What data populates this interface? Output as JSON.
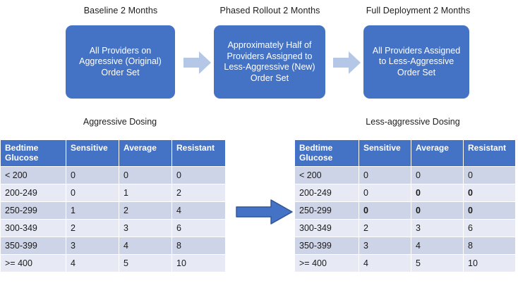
{
  "flow": {
    "phases": [
      {
        "label": "Baseline 2 Months",
        "box_text": "All Providers on Aggressive (Original) Order Set"
      },
      {
        "label": "Phased Rollout 2 Months",
        "box_text": "Approximately Half of Providers Assigned to Less-Aggressive (New) Order Set"
      },
      {
        "label": "Full Deployment 2 Months",
        "box_text": "All Providers Assigned to Less-Aggressive Order Set"
      }
    ],
    "arrow_icon": "right-arrow-icon",
    "arrow_color": "#B4C7E7",
    "box_color": "#4472C4"
  },
  "transition_arrow": {
    "icon": "right-arrow-icon",
    "fill": "#4472C4",
    "stroke": "#2F5597"
  },
  "tables": {
    "left": {
      "title": "Aggressive Dosing",
      "headers": [
        "Bedtime Glucose",
        "Sensitive",
        "Average",
        "Resistant"
      ],
      "rows": [
        {
          "range": "< 200",
          "sensitive": "0",
          "average": "0",
          "resistant": "0",
          "bold": {
            "sensitive": false,
            "average": false,
            "resistant": false
          }
        },
        {
          "range": "200-249",
          "sensitive": "0",
          "average": "1",
          "resistant": "2",
          "bold": {
            "sensitive": false,
            "average": false,
            "resistant": false
          }
        },
        {
          "range": "250-299",
          "sensitive": "1",
          "average": "2",
          "resistant": "4",
          "bold": {
            "sensitive": false,
            "average": false,
            "resistant": false
          }
        },
        {
          "range": "300-349",
          "sensitive": "2",
          "average": "3",
          "resistant": "6",
          "bold": {
            "sensitive": false,
            "average": false,
            "resistant": false
          }
        },
        {
          "range": "350-399",
          "sensitive": "3",
          "average": "4",
          "resistant": "8",
          "bold": {
            "sensitive": false,
            "average": false,
            "resistant": false
          }
        },
        {
          "range": ">= 400",
          "sensitive": "4",
          "average": "5",
          "resistant": "10",
          "bold": {
            "sensitive": false,
            "average": false,
            "resistant": false
          }
        }
      ]
    },
    "right": {
      "title": "Less-aggressive Dosing",
      "headers": [
        "Bedtime Glucose",
        "Sensitive",
        "Average",
        "Resistant"
      ],
      "rows": [
        {
          "range": "< 200",
          "sensitive": "0",
          "average": "0",
          "resistant": "0",
          "bold": {
            "sensitive": false,
            "average": false,
            "resistant": false
          }
        },
        {
          "range": "200-249",
          "sensitive": "0",
          "average": "0",
          "resistant": "0",
          "bold": {
            "sensitive": false,
            "average": true,
            "resistant": true
          }
        },
        {
          "range": "250-299",
          "sensitive": "0",
          "average": "0",
          "resistant": "0",
          "bold": {
            "sensitive": true,
            "average": true,
            "resistant": true
          }
        },
        {
          "range": "300-349",
          "sensitive": "2",
          "average": "3",
          "resistant": "6",
          "bold": {
            "sensitive": false,
            "average": false,
            "resistant": false
          }
        },
        {
          "range": "350-399",
          "sensitive": "3",
          "average": "4",
          "resistant": "8",
          "bold": {
            "sensitive": false,
            "average": false,
            "resistant": false
          }
        },
        {
          "range": ">= 400",
          "sensitive": "4",
          "average": "5",
          "resistant": "10",
          "bold": {
            "sensitive": false,
            "average": false,
            "resistant": false
          }
        }
      ]
    }
  },
  "colors": {
    "header_blue": "#4472C4",
    "row_dark": "#CED4E7",
    "row_light": "#E7EAF5",
    "light_arrow": "#B4C7E7"
  }
}
